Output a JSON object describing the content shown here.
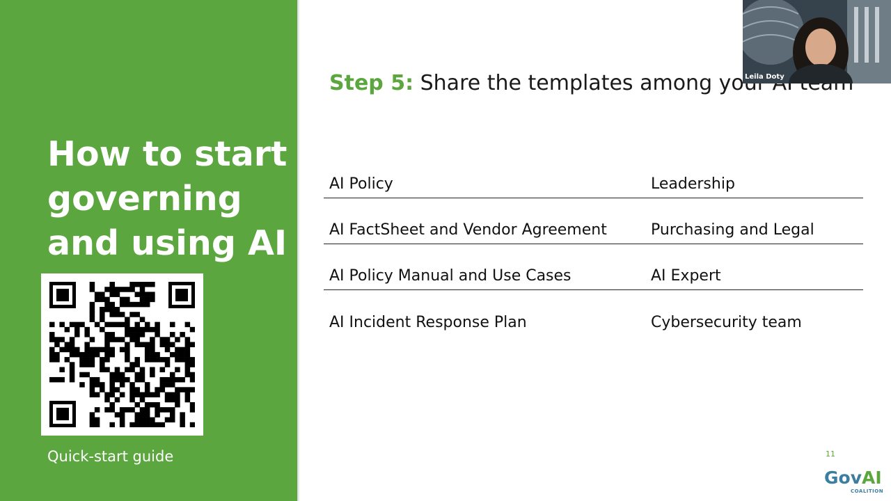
{
  "left_panel": {
    "title": "How to start governing and using AI",
    "caption": "Quick-start guide"
  },
  "slide": {
    "step_label": "Step 5:",
    "step_text": " Share the templates among your AI team",
    "rows": [
      {
        "item": "AI Policy",
        "owner": "Leadership"
      },
      {
        "item": "AI FactSheet and Vendor Agreement",
        "owner": "Purchasing and Legal"
      },
      {
        "item": "AI Policy Manual and Use Cases",
        "owner": "AI Expert"
      },
      {
        "item": "AI Incident Response Plan",
        "owner": "Cybersecurity team"
      }
    ],
    "page_number": "11"
  },
  "logo": {
    "main_left": "Gov",
    "main_right": "AI",
    "sub": "COALITION"
  },
  "video": {
    "participant_name": "Leila Doty"
  },
  "colors": {
    "brand_green": "#5ba63f",
    "brand_blue": "#3d7ea0"
  }
}
